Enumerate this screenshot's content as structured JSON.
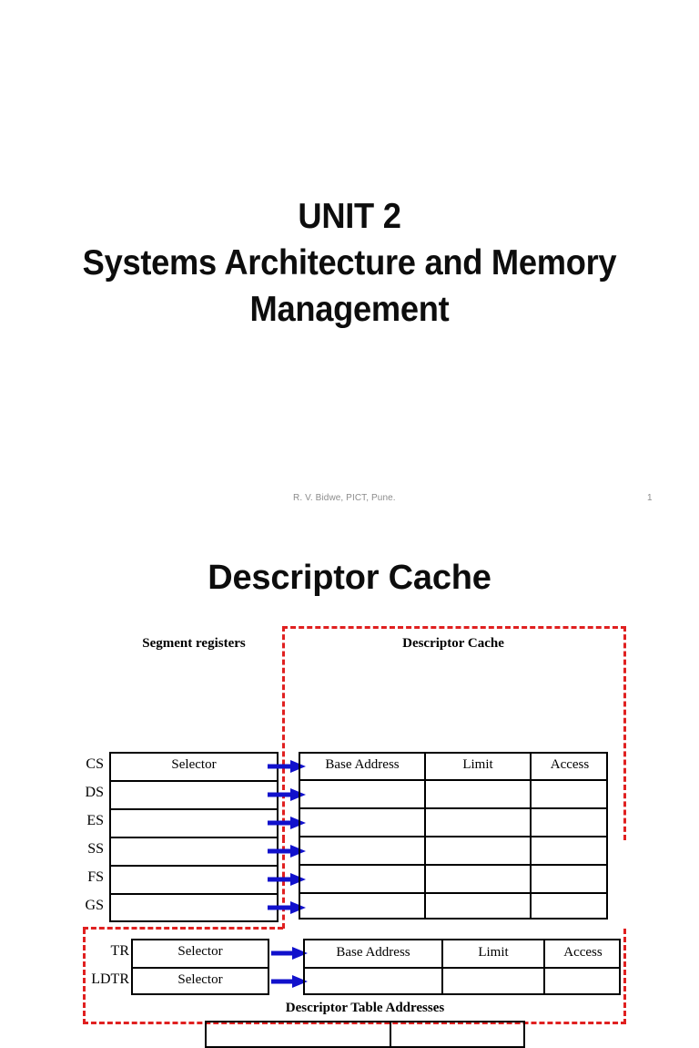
{
  "slide1": {
    "title_lines": [
      "UNIT 2",
      "Systems Architecture and Memory",
      "Management"
    ],
    "footer": "R. V. Bidwe, PICT, Pune.",
    "page_number": "1"
  },
  "slide2": {
    "title": "Descriptor Cache",
    "captions": {
      "segment_registers": "Segment registers",
      "descriptor_cache": "Descriptor Cache",
      "descriptor_table_addresses": "Descriptor Table Addresses"
    },
    "segment_registers": {
      "names": [
        "CS",
        "DS",
        "ES",
        "SS",
        "FS",
        "GS"
      ],
      "values": [
        "Selector",
        "",
        "",
        "",
        "",
        ""
      ]
    },
    "descriptor_cache_table": {
      "headers": [
        "Base Address",
        "Limit",
        "Access"
      ],
      "rows": [
        [
          "",
          "",
          ""
        ],
        [
          "",
          "",
          ""
        ],
        [
          "",
          "",
          ""
        ],
        [
          "",
          "",
          ""
        ],
        [
          "",
          "",
          ""
        ]
      ]
    },
    "system_registers": {
      "names": [
        "TR",
        "LDTR"
      ],
      "values": [
        "Selector",
        "Selector"
      ]
    },
    "system_descriptor_table": {
      "headers": [
        "Base Address",
        "Limit",
        "Access"
      ],
      "rows": [
        [
          "",
          "",
          ""
        ]
      ]
    },
    "colors": {
      "dashed_region": "#e02020",
      "arrow": "#1111cc",
      "table_border": "#000000",
      "title_text": "#0d0d0d",
      "footer_text": "#8c8c8c"
    }
  }
}
